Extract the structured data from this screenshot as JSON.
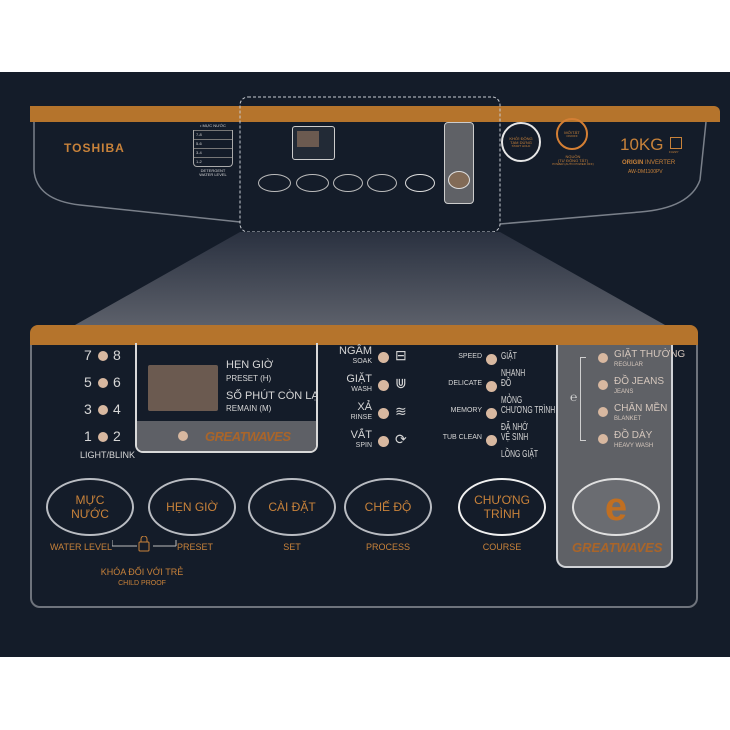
{
  "brand": "TOSHIBA",
  "overview": {
    "water_table": {
      "header": "• MỰC NƯỚC",
      "rows": [
        "7-8",
        "5-6",
        "3-4",
        "1-2"
      ],
      "footer1": "DETERGENT",
      "footer2": "WATER LEVEL"
    },
    "start": {
      "label1": "KHỞI ĐỘNG",
      "label2": "TẠM DỪNG",
      "sub": "START HOLD"
    },
    "power": {
      "label": "MỞ/TẮT",
      "sub": "ON/OFF",
      "caption1": "NGUỒN",
      "caption2": "(TỰ ĐỘNG TẮT)",
      "caption3": "POWER (AUTO POWER OFF)"
    },
    "capacity": "10KG",
    "fuzzy": "FUZZY",
    "origin": "ORIGIN",
    "inverter": "INVERTER",
    "model": "AW-DM1100PV"
  },
  "panel": {
    "level_leds": [
      {
        "left": "7",
        "right": "8"
      },
      {
        "left": "5",
        "right": "6"
      },
      {
        "left": "3",
        "right": "4"
      },
      {
        "left": "1",
        "right": "2"
      }
    ],
    "light_blink": "LIGHT/BLINK",
    "display": {
      "preset_vn": "HẸN GIỜ",
      "preset_en": "PRESET (H)",
      "remain_vn": "SỐ PHÚT CÒN LẠI",
      "remain_en": "REMAIN (M)",
      "logo": "GREATWAVES"
    },
    "process": [
      {
        "vn": "NGÂM",
        "en": "SOAK",
        "icon": "soak-icon"
      },
      {
        "vn": "GIẶT",
        "en": "WASH",
        "icon": "wash-icon"
      },
      {
        "vn": "XẢ",
        "en": "RINSE",
        "icon": "rinse-icon"
      },
      {
        "vn": "VẮT",
        "en": "SPIN",
        "icon": "spin-icon"
      }
    ],
    "course": [
      {
        "en": "SPEED",
        "vn1": "GIẶT",
        "vn2": "NHANH"
      },
      {
        "en": "DELICATE",
        "vn1": "ĐỒ",
        "vn2": "MỎNG"
      },
      {
        "en": "MEMORY",
        "vn1": "CHƯƠNG TRÌNH",
        "vn2": "ĐÃ NHỚ"
      },
      {
        "en": "TUB CLEAN",
        "vn1": "VỆ SINH",
        "vn2": "LỒNG GIẶT"
      }
    ],
    "greatwaves": [
      {
        "vn": "GIẶT THƯỜNG",
        "en": "REGULAR"
      },
      {
        "vn": "ĐỒ JEANS",
        "en": "JEANS"
      },
      {
        "vn": "CHĂN MỀN",
        "en": "BLANKET"
      },
      {
        "vn": "ĐỒ DÀY",
        "en": "HEAVY WASH"
      }
    ],
    "buttons": [
      {
        "vn": "MỰC NƯỚC",
        "en": "WATER LEVEL"
      },
      {
        "vn": "HẸN GIỜ",
        "en": "PRESET"
      },
      {
        "vn": "CÀI ĐẶT",
        "en": "SET"
      },
      {
        "vn": "CHẾ ĐỘ",
        "en": "PROCESS"
      },
      {
        "vn": "CHƯƠNG TRÌNH",
        "en": "COURSE"
      }
    ],
    "child_lock_vn": "KHÓA ĐỐI VỚI TRẺ",
    "child_lock_en": "CHILD PROOF"
  }
}
